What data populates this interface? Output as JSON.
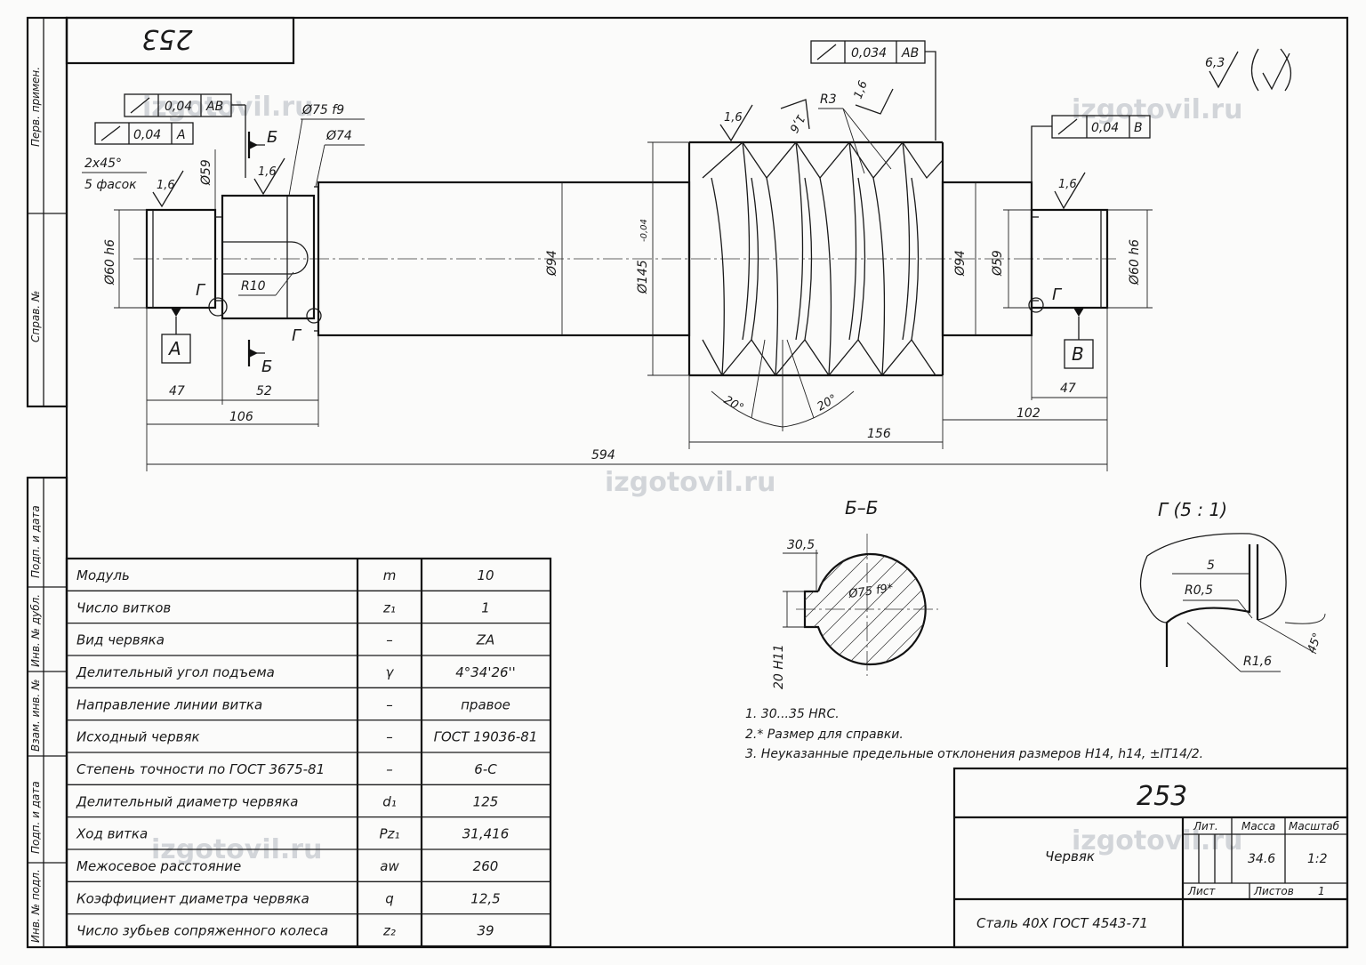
{
  "drawing_number": "253",
  "stamp_top": "253",
  "side_labels": {
    "perv_primen": "Перв. примен.",
    "sprav_no": "Справ. №",
    "podp_data_1": "Подп. и дата",
    "inv_dubl": "Инв. № дубл.",
    "vzam_inv": "Взам. инв. №",
    "podp_data_2": "Подп. и дата",
    "inv_podl": "Инв. № подл."
  },
  "watermark": "izgotovil.ru",
  "roughness": {
    "general": "6,3",
    "surfaces": "1,6"
  },
  "tolerances": [
    {
      "value": "0,04",
      "datum": "AB"
    },
    {
      "value": "0,04",
      "datum": "A"
    },
    {
      "value": "0,034",
      "datum": "AB"
    },
    {
      "value": "0,04",
      "datum": "B"
    }
  ],
  "datums": {
    "left": "А",
    "right": "В"
  },
  "section_marks": {
    "b": "Б",
    "g": "Г"
  },
  "dimensions": {
    "chamfer": "2x45°",
    "chamfer_count": "5 фасок",
    "d59_left": "Ø59",
    "d75": "Ø75 f9",
    "d74": "Ø74",
    "d60_left": "Ø60 h6",
    "r10": "R10",
    "d94_left": "Ø94",
    "d145": "Ø145",
    "d145_tol": "-0,04",
    "d94_right": "Ø94",
    "d59_right": "Ø59",
    "d60_right": "Ø60 h6",
    "r3": "R3",
    "l47_left": "47",
    "l52": "52",
    "l106": "106",
    "l594": "594",
    "l156": "156",
    "l102": "102",
    "l47_right": "47",
    "angle_left": "20°",
    "angle_right": "20°"
  },
  "section_bb": {
    "title": "Б–Б",
    "dim_depth": "30,5",
    "dim_dia": "Ø75 f9*",
    "dim_key": "20 H11"
  },
  "detail_g": {
    "title": "Г (5 : 1)",
    "dim_5": "5",
    "r05": "R0,5",
    "r16": "R1,6",
    "angle": "45°"
  },
  "notes": [
    "1. 30...35 HRC.",
    "2.* Размер для справки.",
    "3. Неуказанные предельные отклонения размеров H14, h14, ±IT14/2."
  ],
  "params": [
    {
      "name": "Модуль",
      "symbol": "m",
      "value": "10"
    },
    {
      "name": "Число витков",
      "symbol": "z₁",
      "value": "1"
    },
    {
      "name": "Вид червяка",
      "symbol": "–",
      "value": "ZA"
    },
    {
      "name": "Делительный угол подъема",
      "symbol": "γ",
      "value": "4°34'26''"
    },
    {
      "name": "Направление линии витка",
      "symbol": "–",
      "value": "правое"
    },
    {
      "name": "Исходный червяк",
      "symbol": "–",
      "value": "ГОСТ 19036-81"
    },
    {
      "name": "Степень точности по ГОСТ 3675-81",
      "symbol": "–",
      "value": "6-С"
    },
    {
      "name": "Делительный диаметр червяка",
      "symbol": "d₁",
      "value": "125"
    },
    {
      "name": "Ход витка",
      "symbol": "Pz₁",
      "value": "31,416"
    },
    {
      "name": "Межосевое расстояние",
      "symbol": "aw",
      "value": "260"
    },
    {
      "name": "Коэффициент диаметра червяка",
      "symbol": "q",
      "value": "12,5"
    },
    {
      "name": "Число зубьев сопряженного колеса",
      "symbol": "z₂",
      "value": "39"
    }
  ],
  "title_block": {
    "number": "253",
    "part_name": "Червяк",
    "material": "Сталь 40Х ГОСТ 4543-71",
    "lit_label": "Лит.",
    "mass_label": "Масса",
    "scale_label": "Масштаб",
    "mass": "34.6",
    "scale": "1:2",
    "sheet_label": "Лист",
    "sheets_label": "Листов",
    "sheets": "1"
  }
}
